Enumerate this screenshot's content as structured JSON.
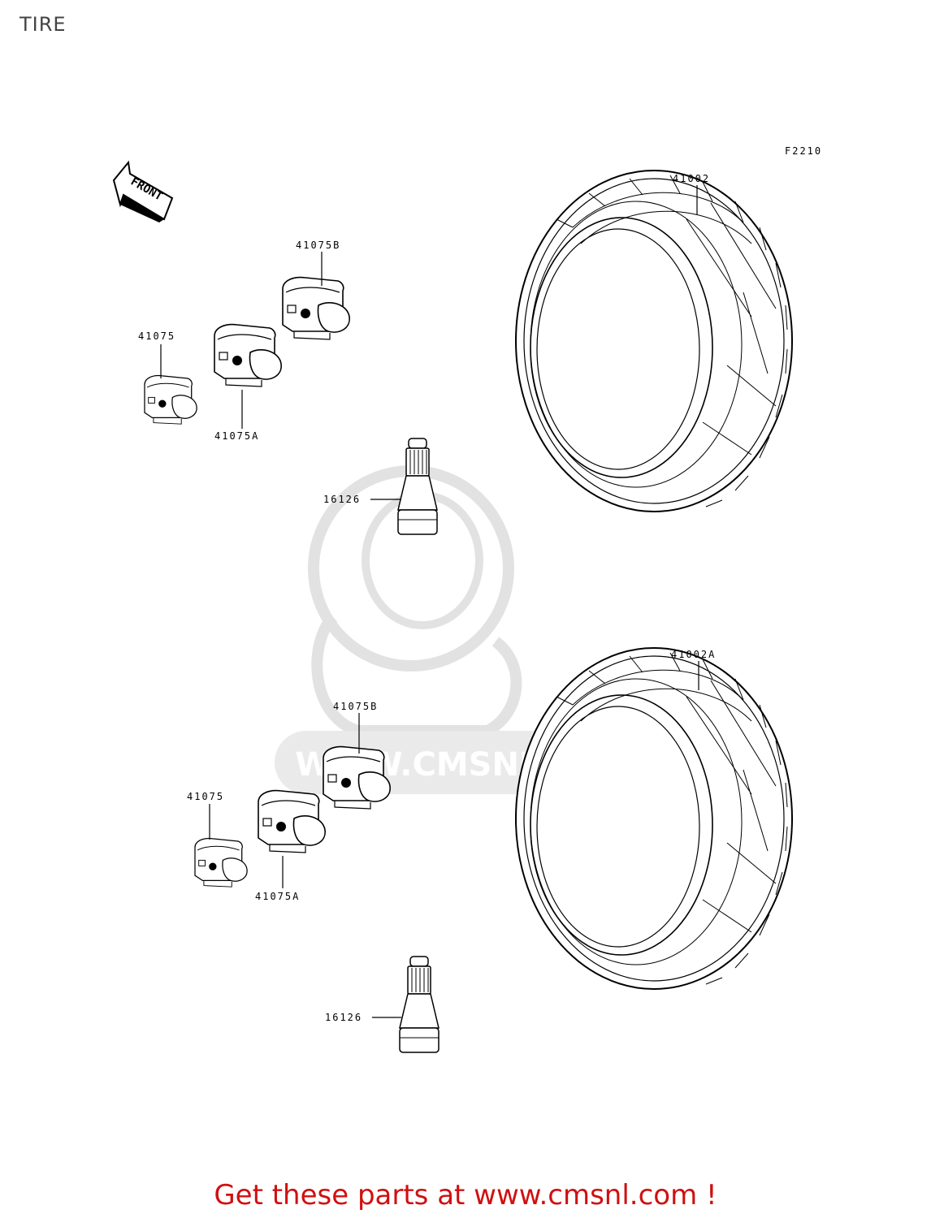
{
  "title": "TIRE",
  "figure_code": "F2210",
  "front_label": "FRONT",
  "watermark": "WWW.CMSNL.COM",
  "parts": {
    "upper": {
      "tire": "41002",
      "weight": "41075",
      "weight_a": "41075A",
      "weight_b": "41075B",
      "valve": "16126"
    },
    "lower": {
      "tire": "41002A",
      "weight": "41075",
      "weight_a": "41075A",
      "weight_b": "41075B",
      "valve": "16126"
    }
  },
  "footer": "Get these parts at www.cmsnl.com !",
  "colors": {
    "footer": "#d01010",
    "watermark": "#e2e2e2",
    "lines": "#000000"
  }
}
